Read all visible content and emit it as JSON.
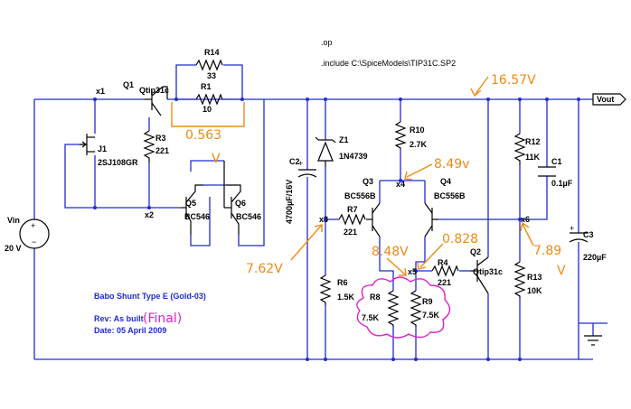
{
  "directives": {
    "op": ".op",
    "include": ".include C:\\SpiceModels\\TIP31C.SP2"
  },
  "title_block": {
    "title": "Babo Shunt Type E (Gold-03)",
    "rev": "Rev: As built",
    "date": "Date: 05 April 2009"
  },
  "source": {
    "name": "Vin",
    "value": "20 V"
  },
  "output_label": "Vout",
  "nodes": {
    "x1": "x1",
    "x2": "x2",
    "x3": "x3",
    "x4": "x4",
    "x5": "x5",
    "x6": "x6"
  },
  "parts": {
    "R14": {
      "ref": "R14",
      "value": "33"
    },
    "R1": {
      "ref": "R1",
      "value": "10"
    },
    "Q1": {
      "ref": "Q1",
      "value": "Qtip31c"
    },
    "R3": {
      "ref": "R3",
      "value": "221"
    },
    "J1": {
      "ref": "J1",
      "value": "2SJ108GR"
    },
    "Q5": {
      "ref": "Q5",
      "value": "BC546"
    },
    "Q6": {
      "ref": "Q6",
      "value": "BC546"
    },
    "Z1": {
      "ref": "Z1",
      "value": "1N4739"
    },
    "C2": {
      "ref": "C2",
      "value": "4700µF/16V"
    },
    "R10": {
      "ref": "R10",
      "value": "2.7K"
    },
    "Q3": {
      "ref": "Q3",
      "value": "BC556B"
    },
    "Q4": {
      "ref": "Q4",
      "value": "BC556B"
    },
    "R7": {
      "ref": "R7",
      "value": "221"
    },
    "R6": {
      "ref": "R6",
      "value": "1.5K"
    },
    "R8": {
      "ref": "R8",
      "value": "7.5K"
    },
    "R9": {
      "ref": "R9",
      "value": "7.5K"
    },
    "R4": {
      "ref": "R4",
      "value": "221"
    },
    "Q2": {
      "ref": "Q2",
      "value": "Qtip31c"
    },
    "R12": {
      "ref": "R12",
      "value": "11K"
    },
    "C1": {
      "ref": "C1",
      "value": "0.1µF"
    },
    "R13": {
      "ref": "R13",
      "value": "10K"
    },
    "C3": {
      "ref": "C3",
      "value": "220µF"
    }
  },
  "annotations": {
    "v_out": "16.57V",
    "v_r1": "0.563",
    "v_r1_unit": "V",
    "v_x4": "8.49v",
    "v_x5_left": "8.48V",
    "v_x5_right": "0.828",
    "v_x3": "7.62V",
    "v_x6": "7.89",
    "v_x6_unit": "V",
    "final": "(Final)"
  },
  "colors": {
    "wire": "#1f2ad6",
    "component": "#000000",
    "voltage_notes": "#f08a14",
    "highlight": "#e020d0"
  }
}
